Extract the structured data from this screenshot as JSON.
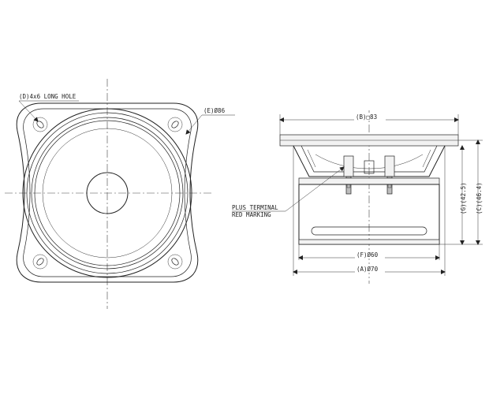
{
  "labels": {
    "long_hole": "(D)4x6 LONG HOLE",
    "frame_diameter": "(E)Ø86",
    "frame_square": "(B)□83",
    "magnet_diameter": "(F)Ø60",
    "overall_diameter": "(A)Ø70",
    "height_g": "(G)(42.5)",
    "height_c": "(C)(46.4)",
    "terminal_line1": "PLUS TERMINAL",
    "terminal_line2": "RED MARKING"
  },
  "colors": {
    "line": "#222222",
    "background": "#ffffff"
  }
}
